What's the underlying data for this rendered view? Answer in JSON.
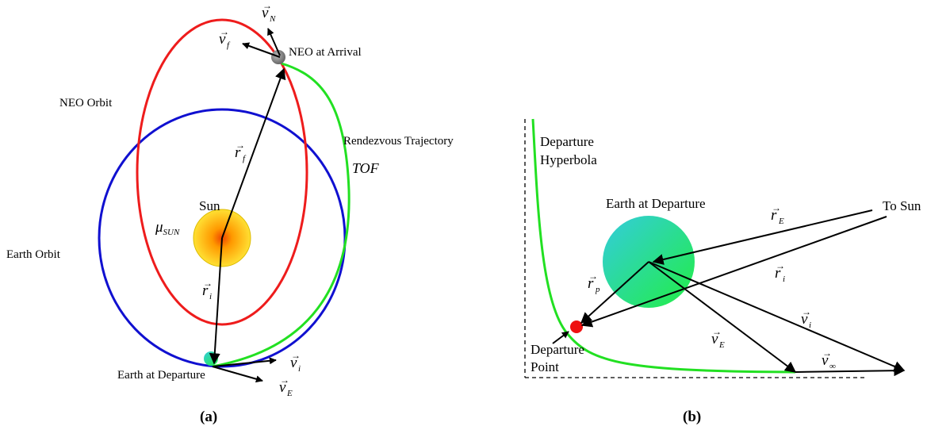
{
  "panel_a": {
    "caption": "(a)",
    "neo_orbit_label": "NEO Orbit",
    "earth_orbit_label": "Earth Orbit",
    "rendezvous_label": "Rendezvous Trajectory",
    "tof_label": "TOF",
    "neo_arrival_label": "NEO at Arrival",
    "earth_departure_label": "Earth at Departure",
    "sun_label": "Sun",
    "mu": {
      "symbol": "μ",
      "sub": "SUN"
    },
    "vectors": {
      "v_N": {
        "symbol": "v",
        "sub": "N"
      },
      "v_f": {
        "symbol": "v",
        "sub": "f"
      },
      "r_f": {
        "symbol": "r",
        "sub": "f"
      },
      "r_i": {
        "symbol": "r",
        "sub": "i"
      },
      "v_i": {
        "symbol": "v",
        "sub": "i"
      },
      "v_E": {
        "symbol": "v",
        "sub": "E"
      }
    },
    "colors": {
      "neo_orbit": "#ee1c1c",
      "earth_orbit": "#1010d0",
      "trajectory": "#22e022",
      "sun": "#ff9900"
    }
  },
  "panel_b": {
    "caption": "(b)",
    "hyperbola_label_1": "Departure",
    "hyperbola_label_2": "Hyperbola",
    "earth_label": "Earth at Departure",
    "to_sun_label": "To Sun",
    "departure_point_label_1": "Departure",
    "departure_point_label_2": "Point",
    "vectors": {
      "r_E": {
        "symbol": "r",
        "sub": "E"
      },
      "r_i": {
        "symbol": "r",
        "sub": "i"
      },
      "r_p": {
        "symbol": "r",
        "sub": "p"
      },
      "v_i": {
        "symbol": "v",
        "sub": "i"
      },
      "v_E": {
        "symbol": "v",
        "sub": "E"
      },
      "v_inf": {
        "symbol": "v",
        "sub": "∞"
      }
    },
    "colors": {
      "hyperbola": "#22e022",
      "departure_point": "#ee1111"
    }
  }
}
